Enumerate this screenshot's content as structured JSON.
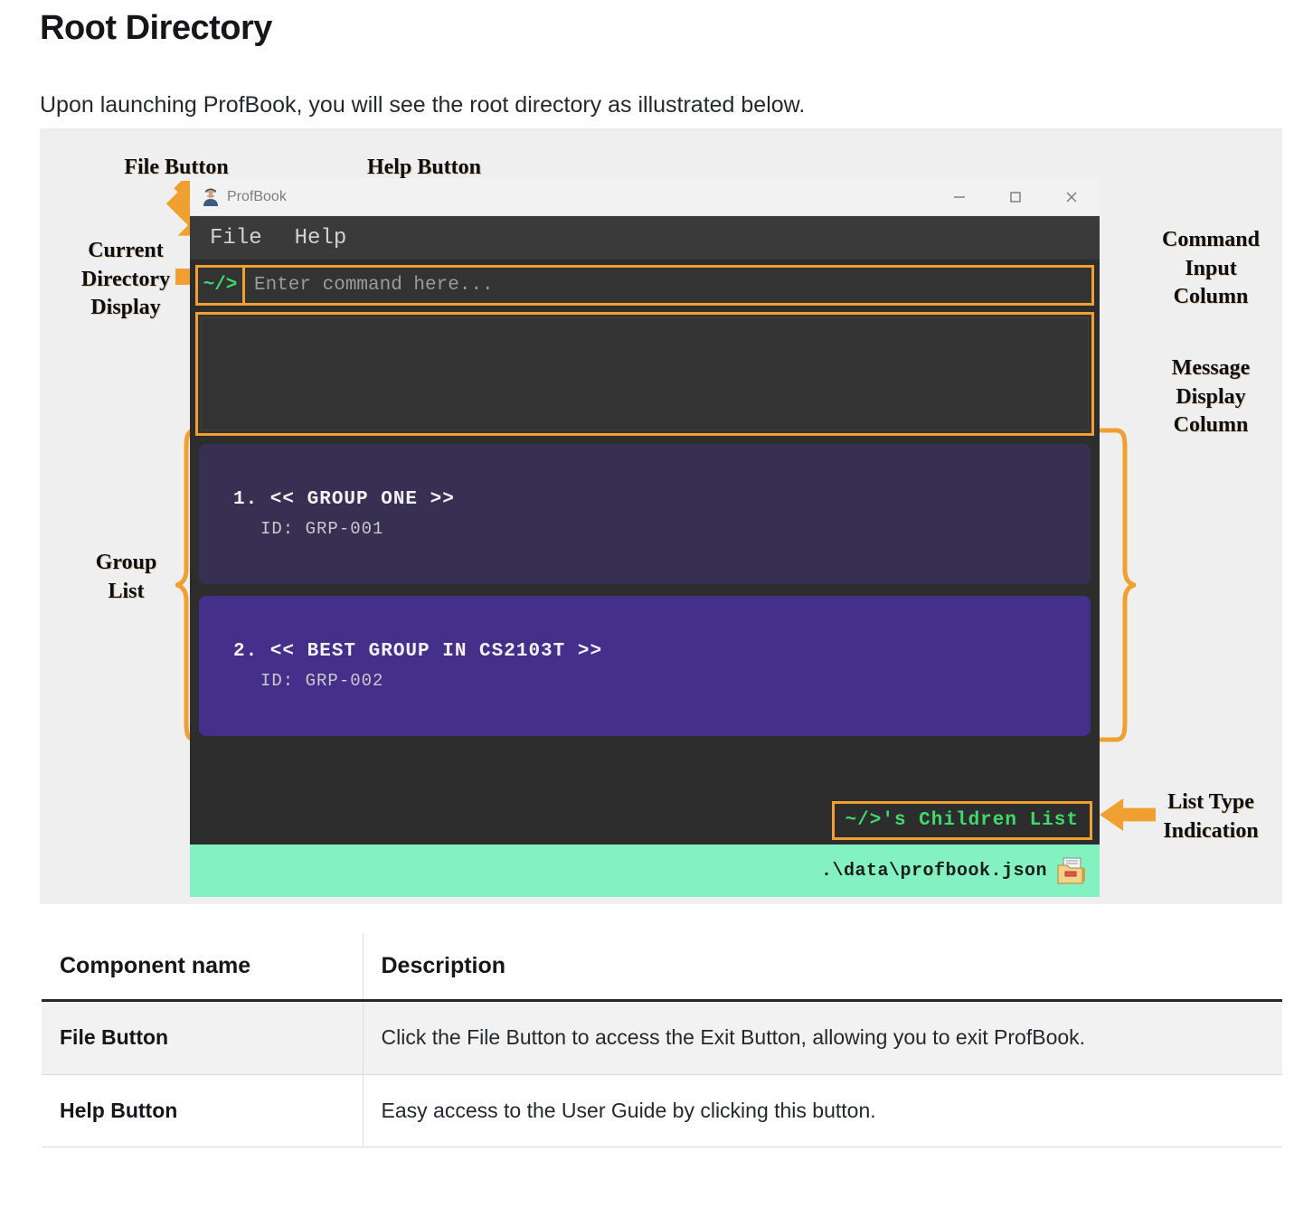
{
  "document": {
    "title": "Root Directory",
    "intro": "Upon launching ProfBook, you will see the root directory as illustrated below."
  },
  "annotations": {
    "file_button": "File Button",
    "help_button": "Help Button",
    "current_directory_display": "Current\nDirectory\nDisplay",
    "current_directory_display_lines": [
      "Current",
      "Directory",
      "Display"
    ],
    "group_list": "Group\nList",
    "group_list_lines": [
      "Group",
      "List"
    ],
    "command_input_column_lines": [
      "Command",
      "Input",
      "Column"
    ],
    "message_display_column_lines": [
      "Message",
      "Display",
      "Column"
    ],
    "list_type_indication_lines": [
      "List Type",
      "Indication"
    ],
    "arrow_color": "#f0a030"
  },
  "app": {
    "title": "ProfBook",
    "icon": "profbook-app-icon",
    "window_controls": {
      "minimize": "minimize-icon",
      "maximize": "maximize-icon",
      "close": "close-icon"
    },
    "menu": [
      {
        "label": "File",
        "name": "file"
      },
      {
        "label": "Help",
        "name": "help"
      }
    ],
    "command_input": {
      "directory": "~/>",
      "placeholder": "Enter command here...",
      "value": ""
    },
    "message_display": {
      "content": ""
    },
    "group_list": [
      {
        "index": "1.",
        "name": "<< GROUP ONE >>",
        "display": "1.  << GROUP ONE >>",
        "id_label": "ID: GRP-001",
        "id": "GRP-001",
        "color": "#373052"
      },
      {
        "index": "2.",
        "name": "<< BEST GROUP IN CS2103T >>",
        "display": "2.  << BEST GROUP IN CS2103T >>",
        "id_label": "ID: GRP-002",
        "id": "GRP-002",
        "color": "#44308a"
      }
    ],
    "list_type_indication": "~/>'s Children List",
    "status_bar": {
      "path": ".\\data\\profbook.json",
      "icon": "folder-icon",
      "background": "#84f2c0"
    }
  },
  "table": {
    "headers": [
      "Component name",
      "Description"
    ],
    "rows": [
      {
        "name": "File Button",
        "description": "Click the File Button to access the Exit Button, allowing you to exit ProfBook."
      },
      {
        "name": "Help Button",
        "description": "Easy access to the User Guide by clicking this button."
      }
    ]
  }
}
